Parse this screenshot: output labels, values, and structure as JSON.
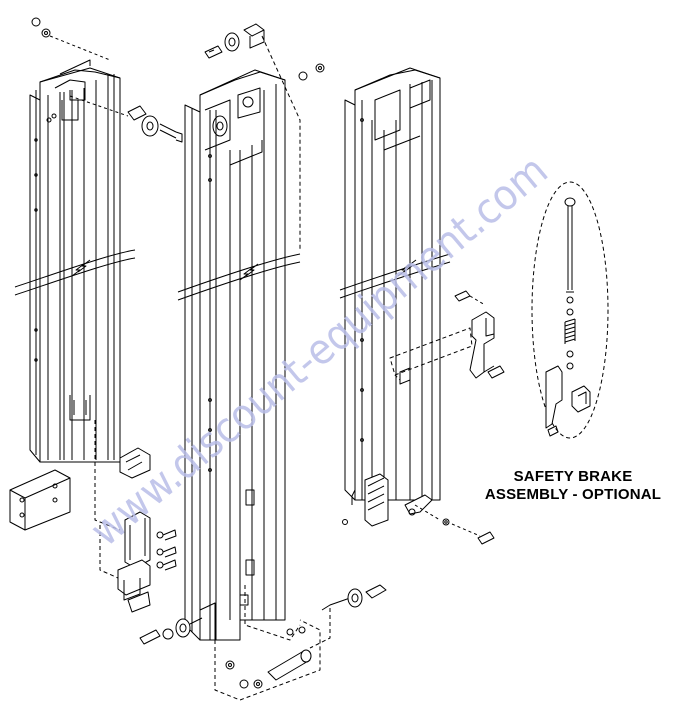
{
  "labels": {
    "safety_brake_line1": "SAFETY BRAKE",
    "safety_brake_line2": "ASSEMBLY - OPTIONAL"
  },
  "watermark": {
    "text": "www.discount-equipment.com",
    "color": "#b9bde8"
  },
  "colors": {
    "line": "#000000",
    "background": "#ffffff"
  }
}
